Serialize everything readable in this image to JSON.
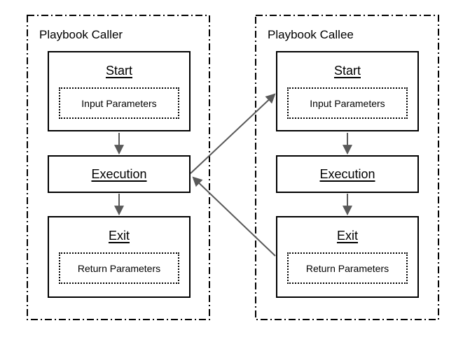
{
  "diagram": {
    "caller": {
      "title": "Playbook Caller",
      "start": {
        "label": "Start",
        "params": "Input Parameters"
      },
      "execution": {
        "label": "Execution"
      },
      "exit": {
        "label": "Exit",
        "params": "Return Parameters"
      }
    },
    "callee": {
      "title": "Playbook Callee",
      "start": {
        "label": "Start",
        "params": "Input Parameters"
      },
      "execution": {
        "label": "Execution"
      },
      "exit": {
        "label": "Exit",
        "params": "Return Parameters"
      }
    },
    "colors": {
      "box_border": "#000000",
      "container_border": "#000000",
      "arrow": "#595959",
      "background": "#ffffff",
      "text": "#000000"
    }
  }
}
